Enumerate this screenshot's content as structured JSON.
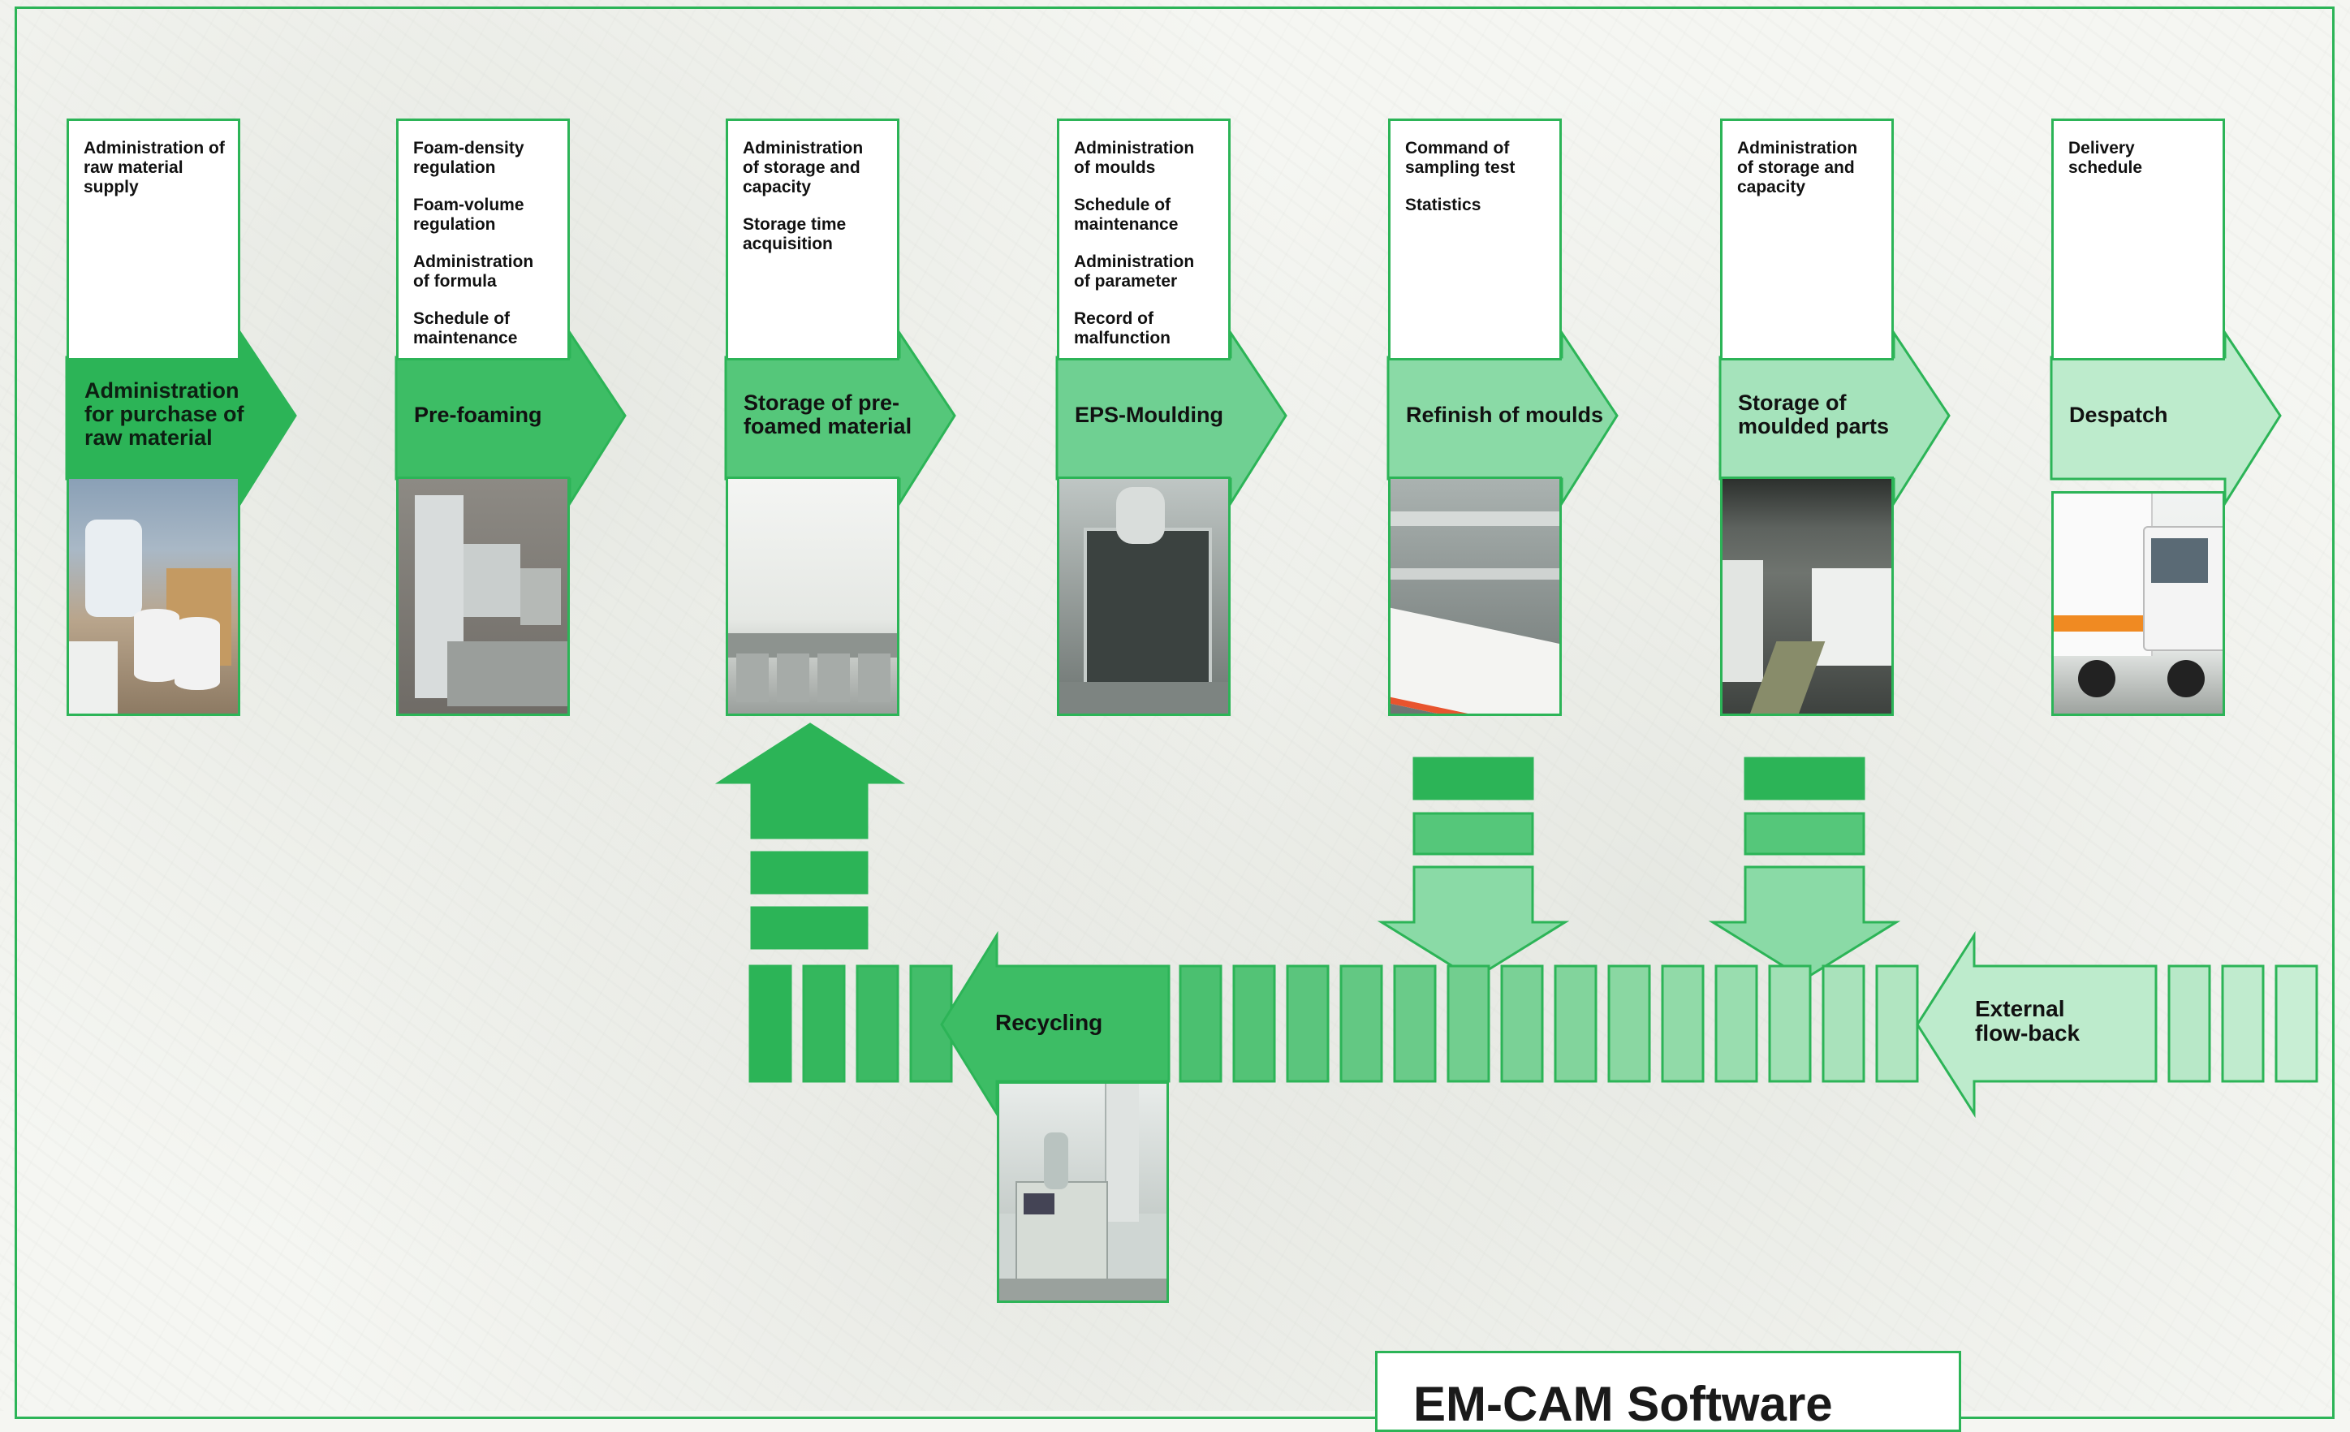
{
  "colors": {
    "green_1": "#2cb457",
    "green_2": "#3dbd65",
    "green_3": "#55c77a",
    "green_4": "#6fd092",
    "green_5": "#8adaa6",
    "green_6": "#a5e3bb",
    "green_7": "#bdebcc",
    "outline": "#2cb457"
  },
  "stages": [
    {
      "id": "purchase",
      "label": "Administration\nfor purchase of\nraw material",
      "tasks": [
        "Administration of\nraw material\nsupply"
      ],
      "photo": "raw-material-bags-photo"
    },
    {
      "id": "pre-foaming",
      "label": "Pre-foaming",
      "tasks": [
        "Foam-density\nregulation",
        "Foam-volume\nregulation",
        "Administration\nof formula",
        "Schedule of\nmaintenance"
      ],
      "photo": "pre-foamer-machine-photo"
    },
    {
      "id": "storage-prefoamed",
      "label": "Storage of pre-\nfoamed material",
      "tasks": [
        "Administration\nof storage and\ncapacity",
        "Storage time\nacquisition"
      ],
      "photo": "storage-silos-photo"
    },
    {
      "id": "moulding",
      "label": "EPS-Moulding",
      "tasks": [
        "Administration\nof moulds",
        "Schedule of\nmaintenance",
        "Administration\nof parameter",
        "Record of\nmalfunction"
      ],
      "photo": "moulding-machine-photo"
    },
    {
      "id": "refinish",
      "label": "Refinish of moulds",
      "tasks": [
        "Command of\nsampling test",
        "Statistics"
      ],
      "photo": "refinish-line-photo"
    },
    {
      "id": "storage-parts",
      "label": "Storage of\nmoulded parts",
      "tasks": [
        "Administration\nof storage and\ncapacity"
      ],
      "photo": "warehouse-photo"
    },
    {
      "id": "despatch",
      "label": "Despatch",
      "tasks": [
        "Delivery\nschedule"
      ],
      "photo": "delivery-truck-photo"
    }
  ],
  "recycling": {
    "label": "Recycling",
    "photo": "recycling-machine-photo"
  },
  "external": {
    "label": "External\nflow-back"
  },
  "title": "EM-CAM Software"
}
